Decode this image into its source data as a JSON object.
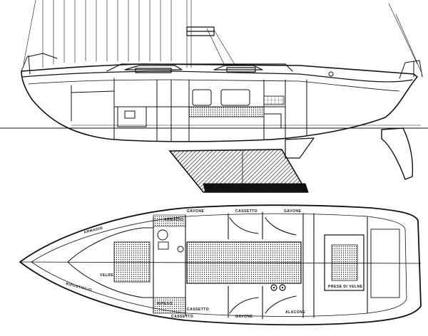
{
  "labels": {
    "armadio_top": "ARMADIO",
    "armadio_left": "ARMADIO",
    "gavone_fwd_top": "GAVONE",
    "gavone_aft_top": "GAVONE",
    "gavone_aft_bottom": "GAVONE",
    "cassetto_top": "CASSETTO",
    "cassetto_bottom": "CASSETTO",
    "velar": "VELRE",
    "ripostiglio": "RIPOSTIGLIO",
    "alacone": "ALACONE",
    "prese_di_velne": "PRESE DI VELNE",
    "ripeso": "RIPESO",
    "cassetto_bottom_left": "CASSETTO"
  },
  "colors": {
    "ink": "#111111",
    "paper": "#ffffff",
    "hatch": "#2a2a2a"
  }
}
